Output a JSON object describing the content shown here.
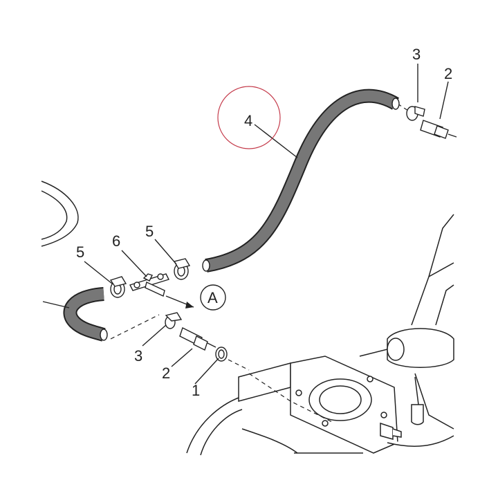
{
  "colors": {
    "hose_fill": "#777777",
    "hose_outline": "#222222",
    "callout_circle": "#c43a4a",
    "line": "#222222",
    "background": "#ffffff"
  },
  "labels": {
    "item1": "1",
    "item2_left": "2",
    "item2_right": "2",
    "item3_left": "3",
    "item3_right": "3",
    "item4": "4",
    "item5_left": "5",
    "item5_right": "5",
    "item6": "6",
    "view_a": "A"
  }
}
